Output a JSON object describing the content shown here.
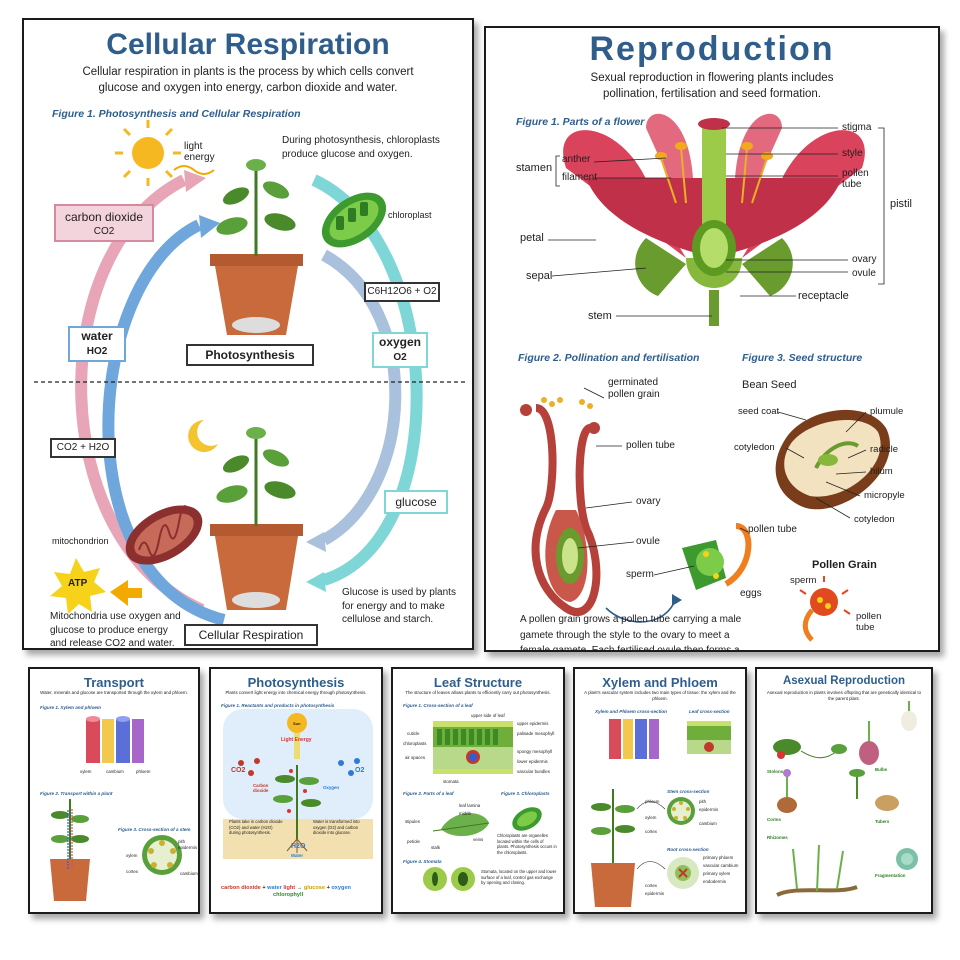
{
  "colors": {
    "title": "#2f5d8c",
    "accent_pink": "#e7a5b7",
    "accent_teal": "#7fd6d6",
    "accent_blue": "#6fa6dc",
    "petal": "#d9435c",
    "leaf": "#4a8a2a"
  },
  "respiration": {
    "title": "Cellular Respiration",
    "intro": "Cellular respiration in plants is the process by which cells convert glucose and oxygen into energy, carbon dioxide and water.",
    "figure": "Figure 1. Photosynthesis and Cellular Respiration",
    "light_energy": "light energy",
    "chloroplast_note": "During photosynthesis, chloroplasts produce glucose and oxygen.",
    "chloroplast": "chloroplast",
    "carbon_dioxide": "carbon dioxide",
    "co2": "CO2",
    "water": "water",
    "ho2": "HO2",
    "photosynthesis": "Photosynthesis",
    "c6h12o6": "C6H12O6 + O2",
    "oxygen": "oxygen",
    "o2": "O2",
    "co2_h2o": "CO2 + H2O",
    "glucose": "glucose",
    "mitochondrion": "mitochondrion",
    "atp": "ATP",
    "mito_note": "Mitochondria use oxygen and glucose to produce energy and release CO2 and water.",
    "glucose_note": "Glucose is used by plants for energy and to make cellulose and starch.",
    "cellular_respiration": "Cellular Respiration"
  },
  "reproduction": {
    "title": "Reproduction",
    "intro": "Sexual reproduction in flowering plants includes pollination, fertilisation and seed formation.",
    "figure1": "Figure 1. Parts of a flower",
    "flower_labels": {
      "stamen": "stamen",
      "anther": "anther",
      "filament": "filament",
      "petal": "petal",
      "sepal": "sepal",
      "stem": "stem",
      "stigma": "stigma",
      "style": "style",
      "pollen_tube": "pollen tube",
      "pistil": "pistil",
      "ovary": "ovary",
      "ovule": "ovule",
      "receptacle": "receptacle"
    },
    "figure2": "Figure 2. Pollination and fertilisation",
    "figure3": "Figure 3. Seed structure",
    "poll_labels": {
      "germinated": "germinated pollen grain",
      "pollen_tube": "pollen tube",
      "ovary": "ovary",
      "ovule": "ovule",
      "sperm": "sperm",
      "pollen_tube2": "pollen tube",
      "eggs": "eggs"
    },
    "bean_seed": "Bean Seed",
    "seed_labels": {
      "seed_coat": "seed coat",
      "plumule": "plumule",
      "cotyledon": "cotyledon",
      "radicle": "radicle",
      "hilum": "hilum",
      "micropyle": "micropyle",
      "cotyledon2": "cotyledon"
    },
    "pollen_grain": "Pollen Grain",
    "pg_labels": {
      "sperm": "sperm",
      "pollen_tube": "pollen tube"
    },
    "caption": "A pollen grain grows a pollen tube carrying a male gamete through the style to the ovary to meet a female gamete. Each fertilised ovule then forms a seed."
  },
  "transport": {
    "title": "Transport",
    "intro": "Water, minerals and glucose are transported through the xylem and phloem.",
    "fig1": "Figure 1. Xylem and phloem",
    "fig2": "Figure 2. Transport within a plant",
    "fig3": "Figure 3. Cross-section of a stem",
    "labels": {
      "xylem": "xylem",
      "cambium": "cambium",
      "phloem": "phloem",
      "pith": "pith",
      "epidermis": "epidermis",
      "xylem2": "xylem",
      "cortex": "cortex",
      "cambium2": "cambium"
    }
  },
  "photosynthesis": {
    "title": "Photosynthesis",
    "intro": "Plants convert light energy into chemical energy through photosynthesis.",
    "fig1": "Figure 1. Reactants and products in photosynthesis",
    "sun": "Sun",
    "light_energy": "Light Energy",
    "co2": "CO2",
    "o2": "O2",
    "carbon_dioxide": "Carbon dioxide",
    "oxygen": "Oxygen",
    "h2o": "H2O",
    "water": "Water",
    "left_note": "Plants take in carbon dioxide (CO2) and water (H2O) during photosynthesis.",
    "right_note": "Water is transformed into oxygen (O2) and carbon dioxide into glucose.",
    "eq_cd": "carbon dioxide",
    "eq_water": "water",
    "eq_light": "light",
    "eq_chloro": "chlorophyll",
    "eq_glucose": "glucose",
    "eq_oxygen": "oxygen"
  },
  "leaf": {
    "title": "Leaf Structure",
    "intro": "The structure of leaves allows plants to efficiently carry out photosynthesis.",
    "fig1": "Figure 1. Cross-section of a leaf",
    "fig2": "Figure 2. Parts of a leaf",
    "fig3": "Figure 3. Chloroplasts",
    "fig4": "Figure 4. Stomata",
    "labels": {
      "upper_side": "upper side of leaf",
      "upper_epidermis": "upper epidermis",
      "palisade": "palisade mesophyll",
      "cuticle": "cuticle",
      "chloroplasts": "chloroplasts",
      "spongy": "spongy mesophyll",
      "air_spaces": "air spaces",
      "lower_epidermis": "lower epidermis",
      "vascular": "vascular bundles",
      "stomata": "stomata",
      "leaf_lamina": "leaf lamina",
      "midrib": "midrib",
      "stipules": "stipules",
      "veins": "veins",
      "petiole": "petiole",
      "stalk": "stalk"
    },
    "chloro_note": "Chloroplasts are organelles located within the cells of plants. Photosynthesis occurs in the chloroplasts.",
    "stomata_note": "Stomata, located on the upper and lower surface of a leaf, control gas exchange by opening and closing."
  },
  "xylem": {
    "title": "Xylem and Phloem",
    "intro": "A plant's vascular system includes two main types of tissue: the xylem and the phloem.",
    "fig1": "Xylem and Phloem cross-section",
    "fig2": "Leaf cross-section",
    "stem_cs": "Stem cross-section",
    "root_cs": "Root cross-section",
    "labels": {
      "phloem": "phloem",
      "pith": "pith",
      "xylem": "xylem",
      "epidermis": "epidermis",
      "cortex": "cortex",
      "cambium": "cambium",
      "primary_phloem": "primary phloem",
      "vascular_cambium": "vascular cambium",
      "primary_xylem": "primary xylem",
      "endodermis": "endodermis",
      "cortex2": "cortex",
      "epidermis2": "epidermis"
    }
  },
  "asexual": {
    "title": "Asexual Reproduction",
    "intro": "Asexual reproduction in plants involves offspring that are genetically identical to the parent plant.",
    "labels": {
      "stolons": "Stolons",
      "bulbs": "Bulbs",
      "corms": "Corms",
      "tubers": "Tubers",
      "rhizomes": "Rhizomes",
      "fragmentation": "Fragmentation"
    }
  }
}
